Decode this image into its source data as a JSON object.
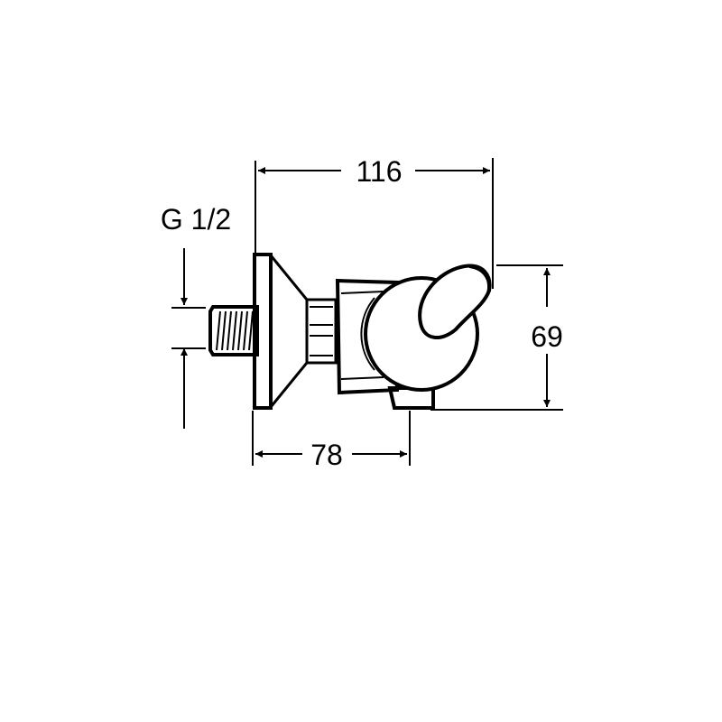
{
  "diagram": {
    "type": "technical-dimension-drawing",
    "subject": "wall-mounted valve side view",
    "colors": {
      "line": "#000000",
      "background": "#ffffff"
    },
    "dimensions": {
      "overall_depth": {
        "value": "116",
        "axis": "horizontal"
      },
      "outlet_offset": {
        "value": "78",
        "axis": "horizontal"
      },
      "height": {
        "value": "69",
        "axis": "vertical"
      },
      "thread": {
        "value": "G 1/2",
        "axis": "vertical"
      }
    }
  }
}
